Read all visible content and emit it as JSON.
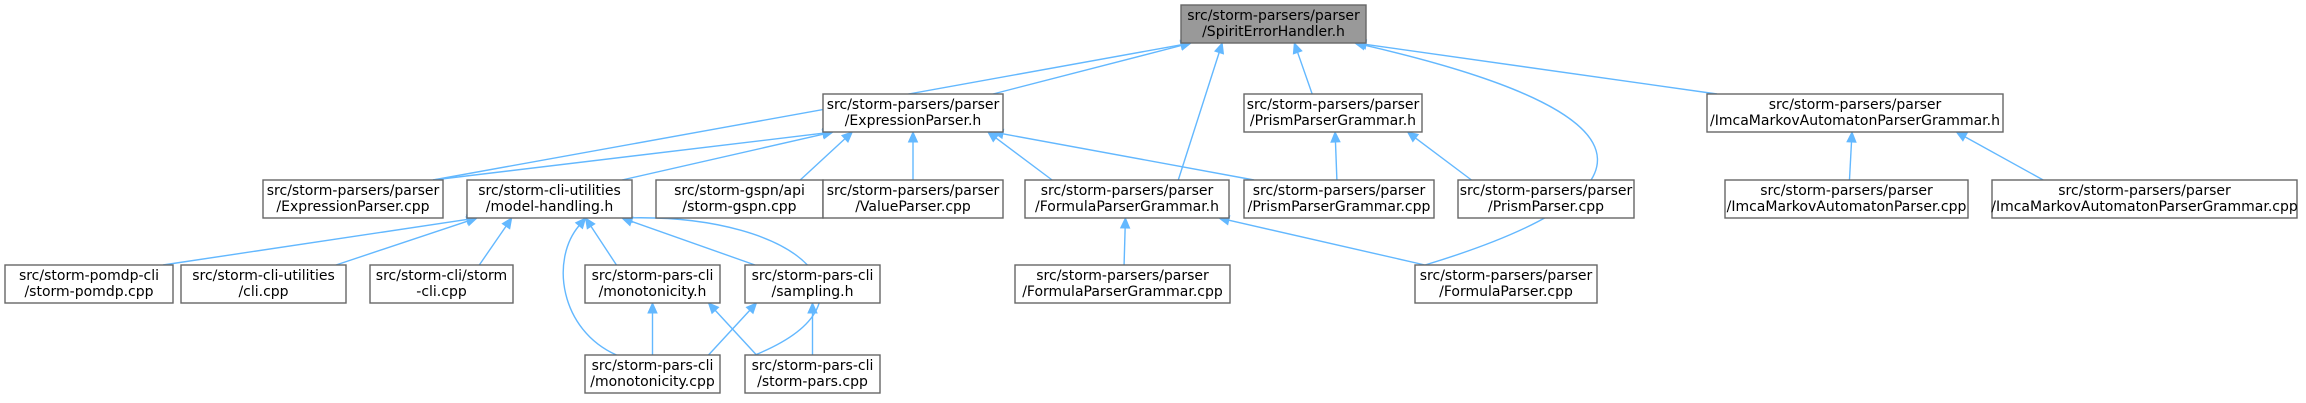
{
  "diagram": {
    "kind": "include-dependency-graph",
    "colors": {
      "edge": "#63b8ff",
      "root_fill": "#999999",
      "node_fill": "#ffffff",
      "node_border": "#666666",
      "text": "#000000"
    },
    "nodes": [
      {
        "id": "spirit",
        "lines": [
          "src/storm-parsers/parser",
          "/SpiritErrorHandler.h"
        ],
        "root": true
      },
      {
        "id": "exprh",
        "lines": [
          "src/storm-parsers/parser",
          "/ExpressionParser.h"
        ]
      },
      {
        "id": "prismgh",
        "lines": [
          "src/storm-parsers/parser",
          "/PrismParserGrammar.h"
        ]
      },
      {
        "id": "imcagh",
        "lines": [
          "src/storm-parsers/parser",
          "/ImcaMarkovAutomatonParserGrammar.h"
        ]
      },
      {
        "id": "exprcpp",
        "lines": [
          "src/storm-parsers/parser",
          "/ExpressionParser.cpp"
        ]
      },
      {
        "id": "modelh",
        "lines": [
          "src/storm-cli-utilities",
          "/model-handling.h"
        ]
      },
      {
        "id": "gspn",
        "lines": [
          "src/storm-gspn/api",
          "/storm-gspn.cpp"
        ]
      },
      {
        "id": "valuecpp",
        "lines": [
          "src/storm-parsers/parser",
          "/ValueParser.cpp"
        ]
      },
      {
        "id": "formgh",
        "lines": [
          "src/storm-parsers/parser",
          "/FormulaParserGrammar.h"
        ]
      },
      {
        "id": "prismgcpp",
        "lines": [
          "src/storm-parsers/parser",
          "/PrismParserGrammar.cpp"
        ]
      },
      {
        "id": "prismcpp",
        "lines": [
          "src/storm-parsers/parser",
          "/PrismParser.cpp"
        ]
      },
      {
        "id": "imcacpp",
        "lines": [
          "src/storm-parsers/parser",
          "/ImcaMarkovAutomatonParser.cpp"
        ]
      },
      {
        "id": "imcagcpp",
        "lines": [
          "src/storm-parsers/parser",
          "/ImcaMarkovAutomatonParserGrammar.cpp"
        ]
      },
      {
        "id": "pomdp",
        "lines": [
          "src/storm-pomdp-cli",
          "/storm-pomdp.cpp"
        ]
      },
      {
        "id": "clicpp",
        "lines": [
          "src/storm-cli-utilities",
          "/cli.cpp"
        ]
      },
      {
        "id": "stormcli",
        "lines": [
          "src/storm-cli/storm",
          "-cli.cpp"
        ]
      },
      {
        "id": "monoh",
        "lines": [
          "src/storm-pars-cli",
          "/monotonicity.h"
        ]
      },
      {
        "id": "samph",
        "lines": [
          "src/storm-pars-cli",
          "/sampling.h"
        ]
      },
      {
        "id": "formgcpp",
        "lines": [
          "src/storm-parsers/parser",
          "/FormulaParserGrammar.cpp"
        ]
      },
      {
        "id": "formcpp",
        "lines": [
          "src/storm-parsers/parser",
          "/FormulaParser.cpp"
        ]
      },
      {
        "id": "monocpp",
        "lines": [
          "src/storm-pars-cli",
          "/monotonicity.cpp"
        ]
      },
      {
        "id": "parscpp",
        "lines": [
          "src/storm-pars-cli",
          "/storm-pars.cpp"
        ]
      }
    ],
    "edges": [
      {
        "from": "exprh",
        "to": "spirit"
      },
      {
        "from": "prismgh",
        "to": "spirit"
      },
      {
        "from": "imcagh",
        "to": "spirit"
      },
      {
        "from": "exprcpp",
        "to": "spirit"
      },
      {
        "from": "formgh",
        "to": "spirit"
      },
      {
        "from": "formcpp",
        "to": "spirit"
      },
      {
        "from": "exprcpp",
        "to": "exprh"
      },
      {
        "from": "modelh",
        "to": "exprh"
      },
      {
        "from": "gspn",
        "to": "exprh"
      },
      {
        "from": "valuecpp",
        "to": "exprh"
      },
      {
        "from": "formgh",
        "to": "exprh"
      },
      {
        "from": "prismgcpp",
        "to": "exprh"
      },
      {
        "from": "prismgcpp",
        "to": "prismgh"
      },
      {
        "from": "prismcpp",
        "to": "prismgh"
      },
      {
        "from": "imcacpp",
        "to": "imcagh"
      },
      {
        "from": "imcagcpp",
        "to": "imcagh"
      },
      {
        "from": "formgcpp",
        "to": "formgh"
      },
      {
        "from": "formcpp",
        "to": "formgh"
      },
      {
        "from": "pomdp",
        "to": "modelh"
      },
      {
        "from": "clicpp",
        "to": "modelh"
      },
      {
        "from": "stormcli",
        "to": "modelh"
      },
      {
        "from": "monoh",
        "to": "modelh"
      },
      {
        "from": "samph",
        "to": "modelh"
      },
      {
        "from": "monocpp",
        "to": "modelh"
      },
      {
        "from": "parscpp",
        "to": "modelh"
      },
      {
        "from": "monocpp",
        "to": "monoh"
      },
      {
        "from": "parscpp",
        "to": "monoh"
      },
      {
        "from": "monocpp",
        "to": "samph"
      },
      {
        "from": "parscpp",
        "to": "samph"
      }
    ]
  }
}
